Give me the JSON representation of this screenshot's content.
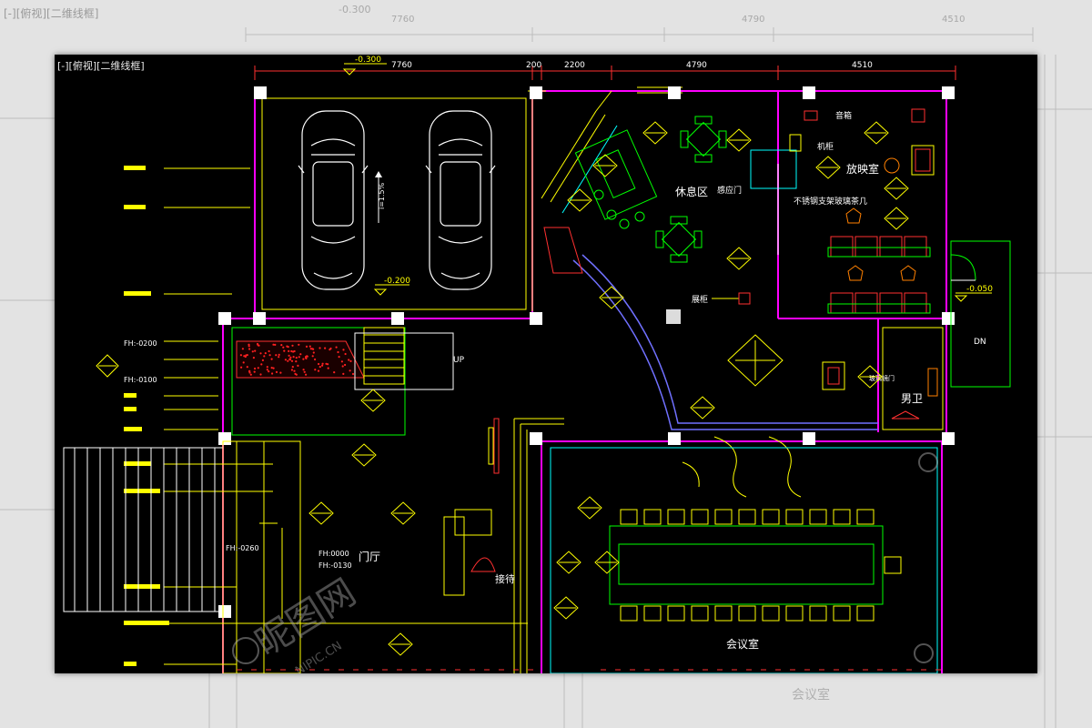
{
  "viewport": {
    "title": "[-][俯视][二维线框]"
  },
  "background": {
    "title": "[-][俯视][二维线框]",
    "elevation": "-0.300",
    "dims": [
      "7760",
      "4790",
      "4510"
    ],
    "room": "会议室"
  },
  "dimensions": {
    "top": [
      "7760",
      "200",
      "2200",
      "4790",
      "4510"
    ],
    "elevations": [
      "-0.300",
      "-0.200",
      "-0.050"
    ]
  },
  "rooms": {
    "lounge": "休息区",
    "theater": "放映室",
    "lobby": "门厅",
    "meeting": "会议室",
    "mens_wc": "男卫",
    "reception": "接待"
  },
  "labels": {
    "speaker": "音箱",
    "cabinet": "机柜",
    "sensor_door": "感应门",
    "tea_table": "不锈钢支架玻璃茶几",
    "display_cabinet": "展柜",
    "slope": "i=1.5%",
    "up": "UP",
    "dn": "DN",
    "mirror": "玻璃镜门",
    "fh_a": "FH:-0200",
    "fh_b": "FH:-0100",
    "fh_c": "FH:-0260",
    "fh_d": "FH:0000",
    "fh_e": "FH:-0130"
  },
  "watermark": {
    "text": "昵图网",
    "url": "NIPIC.CN"
  },
  "colors": {
    "white": "#ffffff",
    "yellow": "#ffff00",
    "green": "#00ff00",
    "cyan": "#00ffff",
    "magenta": "#ff00ff",
    "red": "#ff0000",
    "blue": "#7070ff"
  }
}
